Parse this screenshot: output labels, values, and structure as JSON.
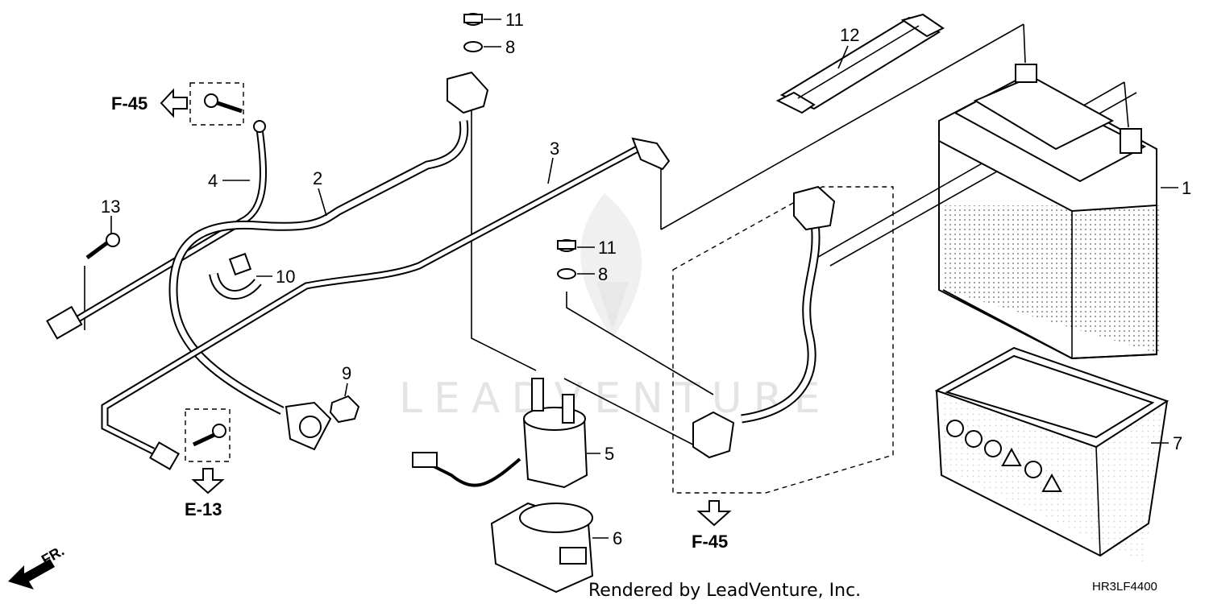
{
  "diagram": {
    "callouts": {
      "n1": "1",
      "n2": "2",
      "n3": "3",
      "n4": "4",
      "n5": "5",
      "n6": "6",
      "n7": "7",
      "n8a": "8",
      "n8b": "8",
      "n9": "9",
      "n10": "10",
      "n11a": "11",
      "n11b": "11",
      "n12": "12",
      "n13": "13"
    },
    "references": {
      "f45_top": "F-45",
      "e13": "E-13",
      "f45_bottom": "F-45"
    },
    "front_marker": "FR.",
    "watermark": "LEADVENTURE",
    "footer": "Rendered by LeadVenture, Inc.",
    "document_id": "HR3LF4400"
  }
}
